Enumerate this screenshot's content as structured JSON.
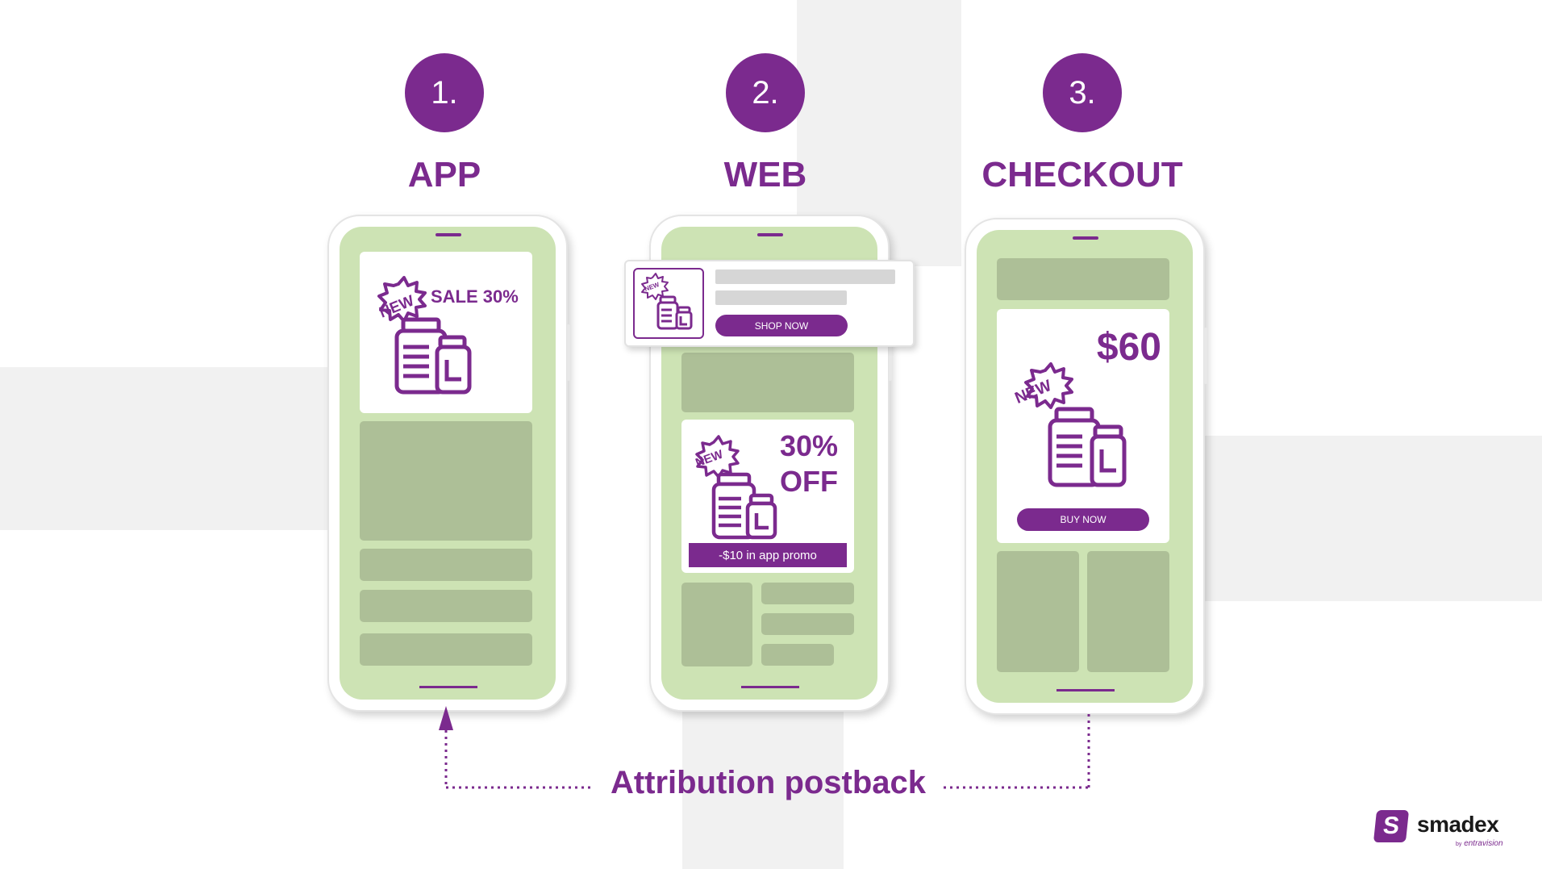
{
  "steps": [
    {
      "number": "1.",
      "title": "APP"
    },
    {
      "number": "2.",
      "title": "WEB"
    },
    {
      "number": "3.",
      "title": "CHECKOUT"
    }
  ],
  "app_screen": {
    "new_badge": "NEW",
    "sale_text": "SALE 30%"
  },
  "web_screen": {
    "notification": {
      "shop_button": "SHOP NOW",
      "new_badge": "NEW"
    },
    "offer": {
      "line1": "30%",
      "line2": "OFF",
      "new_badge": "NEW"
    },
    "promo_bar": "-$10 in app promo"
  },
  "checkout_screen": {
    "price": "$60",
    "new_badge": "NEW",
    "buy_button": "BUY NOW"
  },
  "footer": {
    "attribution_label": "Attribution postback"
  },
  "logo": {
    "name": "smadex",
    "letter": "S",
    "by": "by",
    "parent": "entravision"
  },
  "colors": {
    "brand_purple": "#7b2a8e",
    "screen_green": "#cde3b4",
    "block_green": "#adbf97"
  }
}
